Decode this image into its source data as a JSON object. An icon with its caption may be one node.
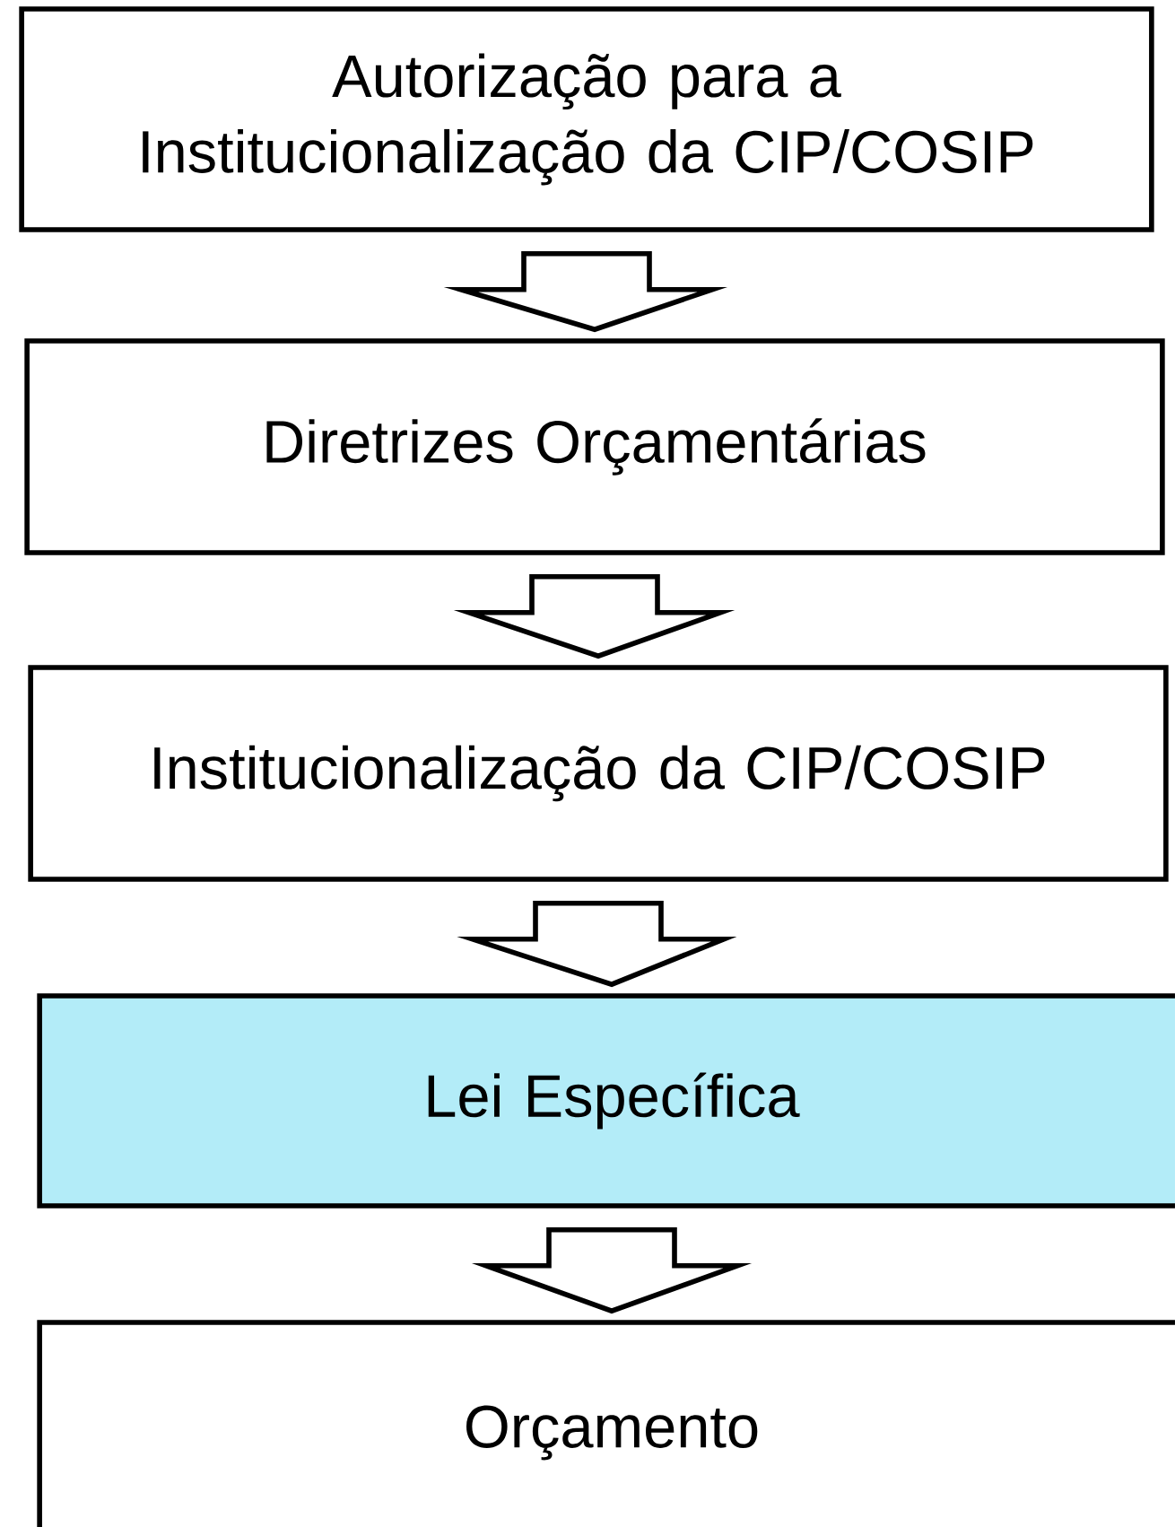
{
  "diagram": {
    "nodes": [
      {
        "text": [
          "Autorização para a Institucionalização da  CIP/COSIP"
        ]
      },
      {
        "text": [
          "Diretrizes Orçamentárias"
        ]
      },
      {
        "text": [
          "Institucionalização da  CIP/COSIP"
        ]
      },
      {
        "text": [
          "Lei  Específica"
        ]
      },
      {
        "text": [
          "Orçamento"
        ]
      }
    ],
    "edges": [
      {
        "from": 0,
        "to": 1,
        "arrow": "to"
      },
      {
        "from": 1,
        "to": 2,
        "arrow": "to"
      },
      {
        "from": 2,
        "to": 3,
        "arrow": "to"
      },
      {
        "from": 3,
        "to": 4,
        "arrow": "to"
      }
    ]
  }
}
